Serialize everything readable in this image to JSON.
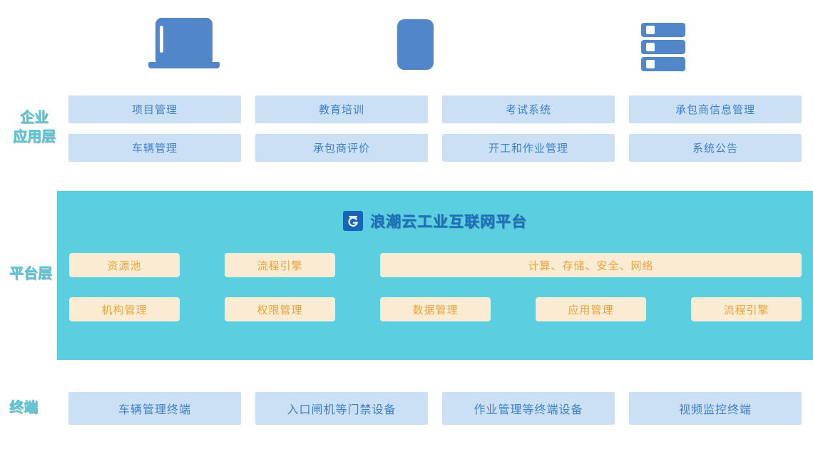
{
  "colors": {
    "teal_bg": "#5BCEDF",
    "light_blue_box": "#CBE0F5",
    "blue_text": "#3E80C5",
    "cream_box": "#FAEBD2",
    "orange_text": "#E8A33E",
    "icon_blue": "#5187C9",
    "title_blue": "#1A6EC2",
    "logo_blue": "#1565B8",
    "label_cyan": "#4EC9DE"
  },
  "icons": {
    "left": "laptop-icon",
    "middle": "smartphone-icon",
    "right": "server-rack-icon"
  },
  "enterprise_layer": {
    "label_lines": [
      "企业",
      "应用层"
    ],
    "row1": [
      "项目管理",
      "教育培训",
      "考试系统",
      "承包商信息管理"
    ],
    "row2": [
      "车辆管理",
      "承包商评价",
      "开工和作业管理",
      "系统公告"
    ]
  },
  "platform_layer": {
    "label": "平台层",
    "brand": "浪潮云工业互联网平台",
    "row1": [
      "资源池",
      "流程引擎",
      "计算、存储、安全、网络"
    ],
    "row2": [
      "机构管理",
      "权限管理",
      "数据管理",
      "应用管理",
      "流程引擎"
    ]
  },
  "terminal_layer": {
    "label": "终端",
    "boxes": [
      "车辆管理终端",
      "入口闸机等门禁设备",
      "作业管理等终端设备",
      "视频监控终端"
    ]
  }
}
